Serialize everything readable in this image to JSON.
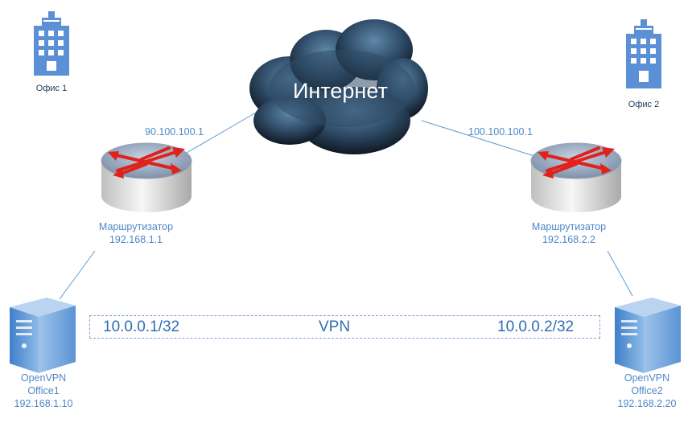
{
  "internet": {
    "label": "Интернет"
  },
  "office1": {
    "building_label": "Офис 1",
    "router_name": "Маршрутизатор",
    "router_lan_ip": "192.168.1.1",
    "router_wan_ip": "90.100.100.1",
    "server_name_line1": "OpenVPN",
    "server_name_line2": "Office1",
    "server_ip": "192.168.1.10"
  },
  "office2": {
    "building_label": "Офис 2",
    "router_name": "Маршрутизатор",
    "router_lan_ip": "192.168.2.2",
    "router_wan_ip": "100.100.100.1",
    "server_name_line1": "OpenVPN",
    "server_name_line2": "Office2",
    "server_ip": "192.168.2.20"
  },
  "vpn": {
    "label": "VPN",
    "left_ip": "10.0.0.1/32",
    "right_ip": "10.0.0.2/32"
  },
  "colors": {
    "link": "#5b9bd5",
    "label": "#4f87c6",
    "building": "#5b8fd6",
    "cloud_dark": "#1e2e40",
    "cloud_mid": "#3c5f7e",
    "arrows": "#e0221b"
  }
}
